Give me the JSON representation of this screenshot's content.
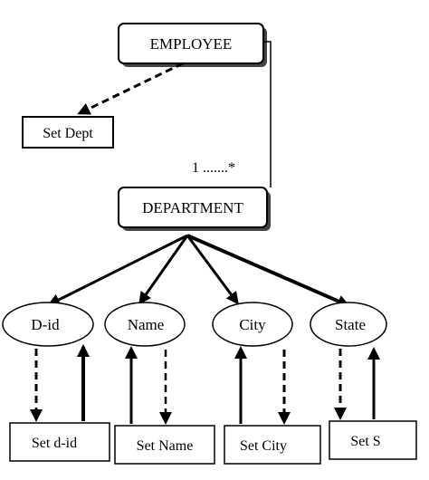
{
  "nodes": {
    "employee": "EMPLOYEE",
    "set_dept": "Set Dept",
    "department": "DEPARTMENT",
    "multiplicity": "1 .......*",
    "attributes": [
      {
        "label": "D-id",
        "setter": "Set d-id"
      },
      {
        "label": "Name",
        "setter": "Set Name"
      },
      {
        "label": "City",
        "setter": "Set City"
      },
      {
        "label": "State",
        "setter": "Set S"
      }
    ]
  }
}
